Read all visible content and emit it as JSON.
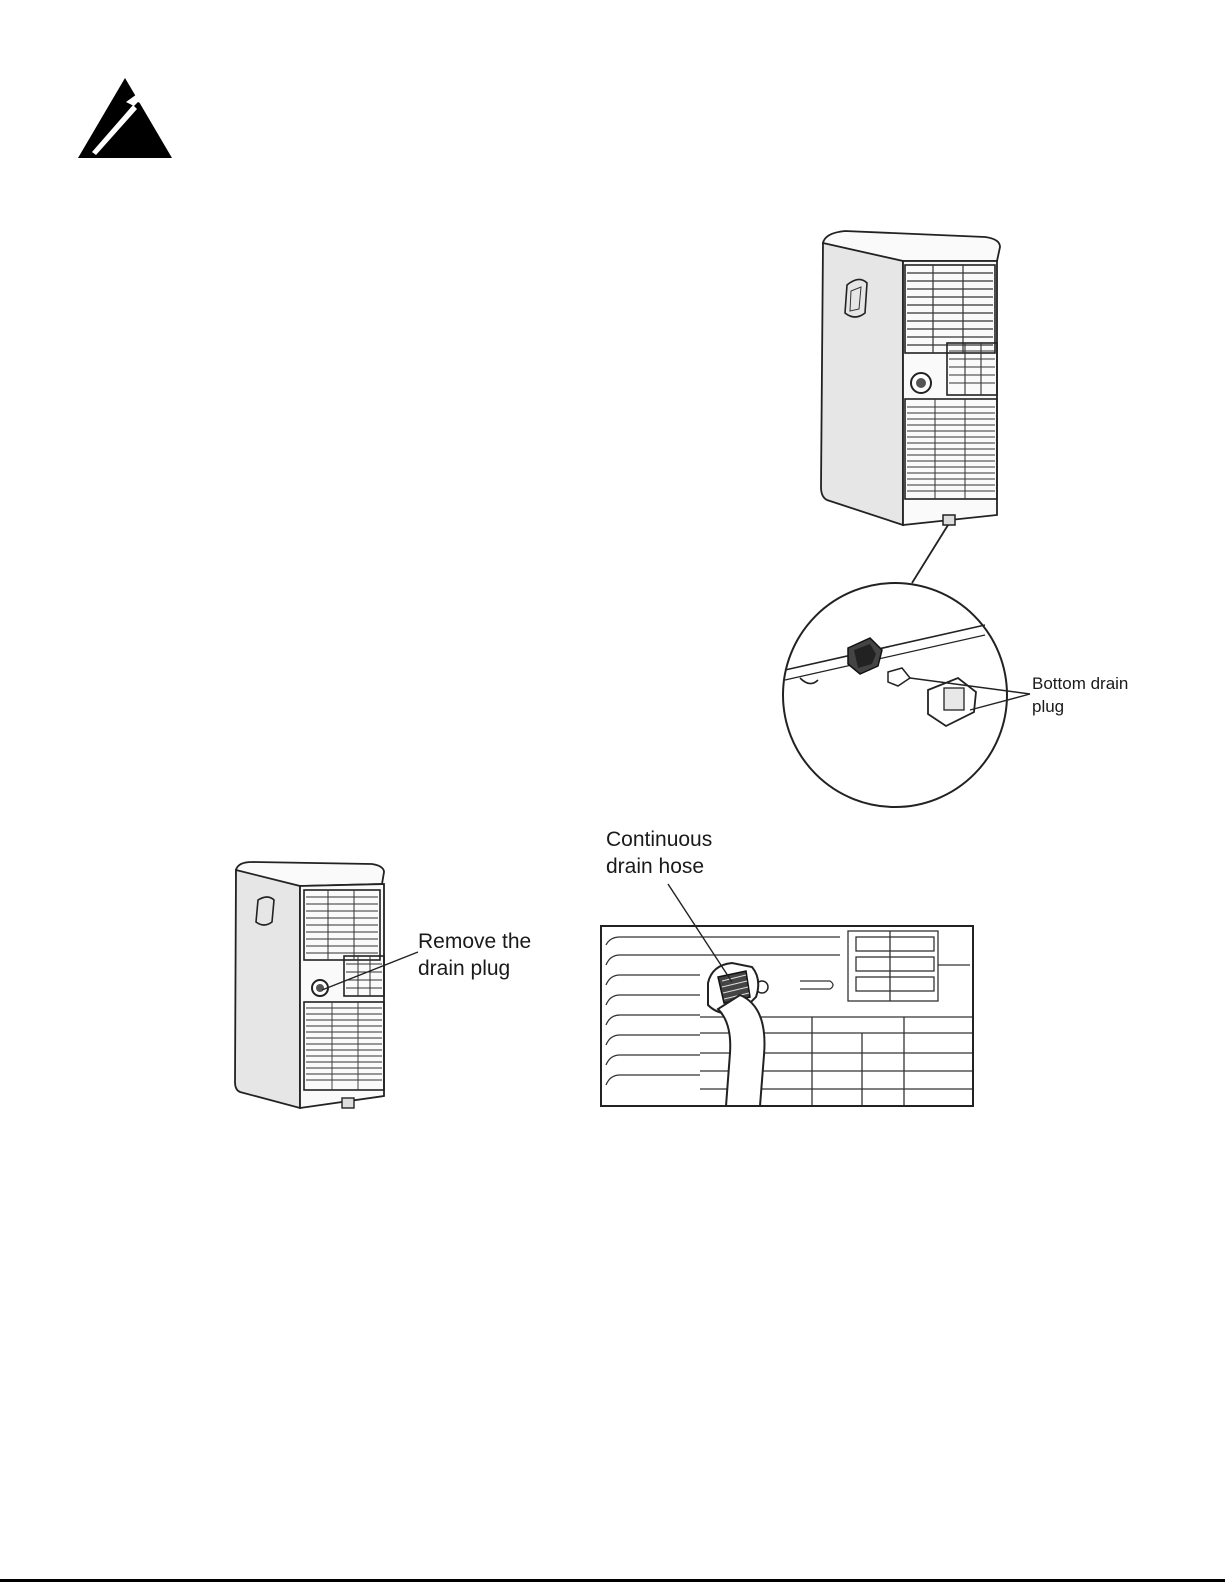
{
  "callouts": {
    "bottom_drain_plug": "Bottom drain\nplug",
    "remove_drain_plug": "Remove the\ndrain plug",
    "continuous_drain_hose": "Continuous\ndrain hose"
  },
  "icons": {
    "header_icon": "hammer-warning-triangle-icon"
  },
  "colors": {
    "ink": "#000000",
    "paper": "#ffffff"
  }
}
